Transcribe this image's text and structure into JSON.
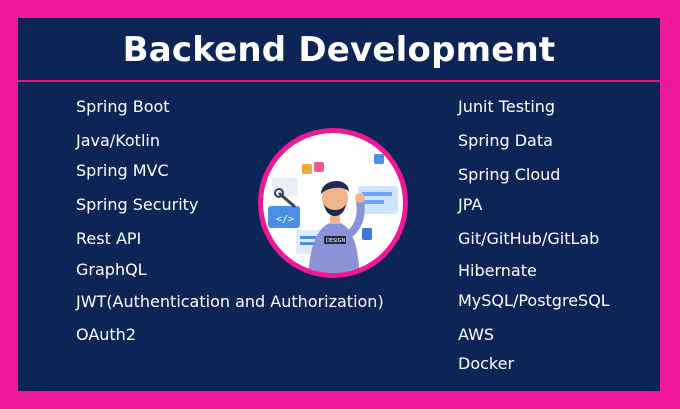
{
  "title": "Backend Development",
  "left_skills": [
    "Spring Boot",
    "Java/Kotlin",
    "Spring MVC",
    "Spring Security",
    "Rest API",
    "GraphQL",
    "JWT(Authentication and Authorization)",
    "OAuth2"
  ],
  "right_skills": [
    "Junit Testing",
    "Spring Data",
    "Spring Cloud",
    "JPA",
    "Git/GitHub/GitLab",
    "Hibernate",
    "MySQL/PostgreSQL",
    "AWS",
    "Docker"
  ],
  "illustration_badge": "DESIGN",
  "colors": {
    "border": "#ee1899",
    "panel": "#0d2457",
    "text": "#ffffff",
    "accent": "#e5197f"
  }
}
